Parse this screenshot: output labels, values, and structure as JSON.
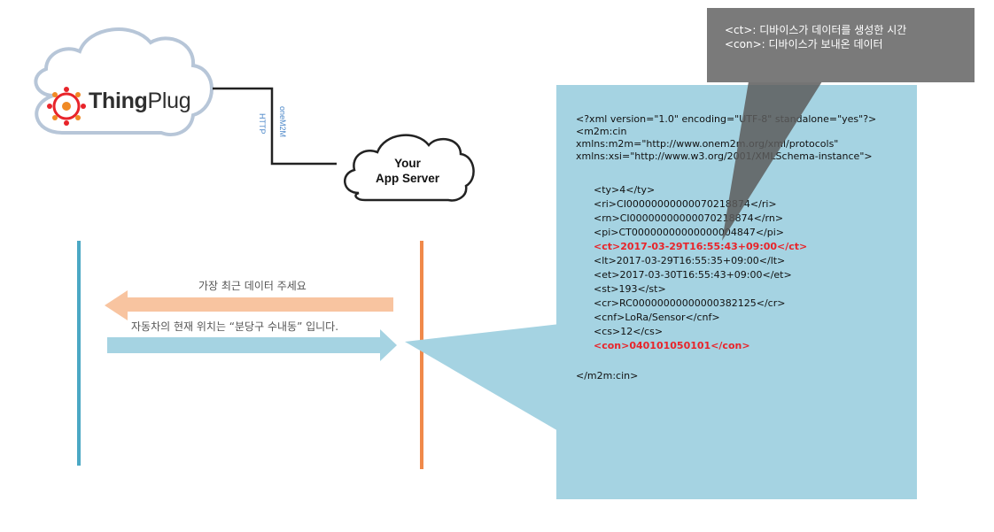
{
  "note": {
    "lines": [
      "<ct>: 디바이스가 데이터를 생성한 시간",
      "<con>: 디바이스가 보내온 데이터"
    ]
  },
  "logo": {
    "bold": "Thing",
    "regular": "Plug"
  },
  "app_server": {
    "line1": "Your",
    "line2": "App Server"
  },
  "protocols": {
    "first": "oneM2M",
    "second": "HTTP"
  },
  "messages": {
    "request": "가장 최근 데이터 주세요",
    "response": "자동차의 현재 위치는 “분당구 수내동” 입니다."
  },
  "xml": {
    "header": [
      "<?xml version=\"1.0\" encoding=\"UTF-8\" standalone=\"yes\"?>",
      "<m2m:cin",
      "xmlns:m2m=\"http://www.onem2m.org/xml/protocols\"",
      "xmlns:xsi=\"http://www.w3.org/2001/XMLSchema-instance\">"
    ],
    "fields": [
      {
        "text": "<ty>4</ty>",
        "highlight": false
      },
      {
        "text": "<ri>CI00000000000070218874</ri>",
        "highlight": false
      },
      {
        "text": "<rn>CI00000000000070218874</rn>",
        "highlight": false
      },
      {
        "text": "<pi>CT00000000000000004847</pi>",
        "highlight": false
      },
      {
        "text": "<ct>2017-03-29T16:55:43+09:00</ct>",
        "highlight": true
      },
      {
        "text": "<lt>2017-03-29T16:55:35+09:00</lt>",
        "highlight": false
      },
      {
        "text": "<et>2017-03-30T16:55:43+09:00</et>",
        "highlight": false
      },
      {
        "text": "<st>193</st>",
        "highlight": false
      },
      {
        "text": "<cr>RC00000000000000382125</cr>",
        "highlight": false
      },
      {
        "text": "<cnf>LoRa/Sensor</cnf>",
        "highlight": false
      },
      {
        "text": "<cs>12</cs>",
        "highlight": false
      },
      {
        "text": "<con>040101050101</con>",
        "highlight": true
      }
    ],
    "footer": "</m2m:cin>"
  },
  "colors": {
    "panel": "#a5d3e2",
    "note_box": "#7a7a7a",
    "left_lifeline": "#4ba8c4",
    "right_lifeline": "#f0894a",
    "request_arrow": "#f8c4a0",
    "response_arrow": "#a5d3e2",
    "cloud_stroke": "#9fb5cc",
    "highlight_text": "#e8242a"
  }
}
